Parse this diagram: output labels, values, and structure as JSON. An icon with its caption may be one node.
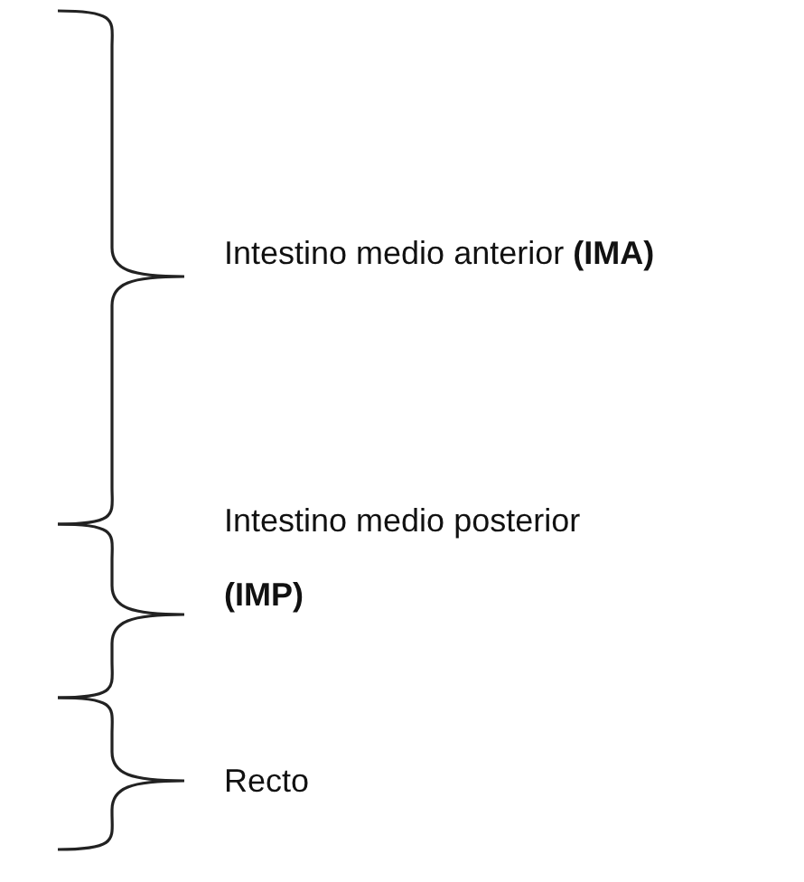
{
  "diagram": {
    "labels": [
      "Intestino medio anterior **(IMA)**",
      "Intestino medio posterior **(IMP)**",
      "Recto"
    ]
  }
}
